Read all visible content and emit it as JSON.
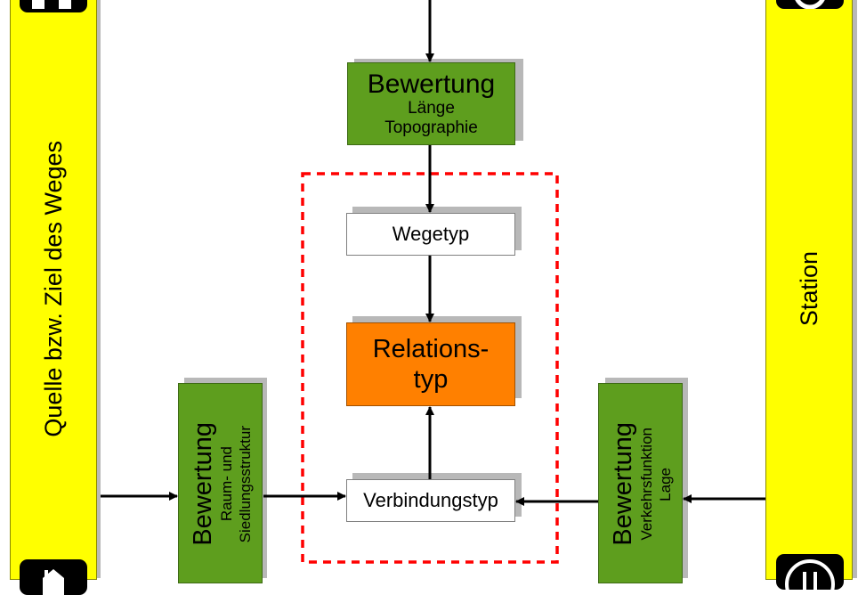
{
  "left_bar": {
    "label": "Quelle bzw. Ziel des Weges",
    "color": "#ffff00",
    "top_icon": "building-icon",
    "bottom_icon": "house-icon"
  },
  "right_bar": {
    "label": "Station",
    "color": "#ffff00",
    "top_icon": "transit-stop-icon",
    "bottom_icon": "transit-stop-icon"
  },
  "boxes": {
    "top_eval": {
      "title": "Bewertung",
      "lines": [
        "Länge",
        "Topographie"
      ],
      "color": "#5e9e1e"
    },
    "wegetyp": {
      "label": "Wegetyp",
      "color": "#ffffff"
    },
    "relationstyp": {
      "lines": [
        "Relations-",
        "typ"
      ],
      "color": "#ff8000"
    },
    "verbindungstyp": {
      "label": "Verbindungstyp",
      "color": "#ffffff"
    },
    "left_eval": {
      "title": "Bewertung",
      "lines": [
        "Raum- und",
        "Siedlungsstruktur"
      ],
      "color": "#5e9e1e"
    },
    "right_eval": {
      "title": "Bewertung",
      "lines": [
        "Verkehrsfunktion",
        "Lage"
      ],
      "color": "#5e9e1e"
    }
  },
  "group_outline": {
    "style": "dashed",
    "color": "#ff0000"
  }
}
